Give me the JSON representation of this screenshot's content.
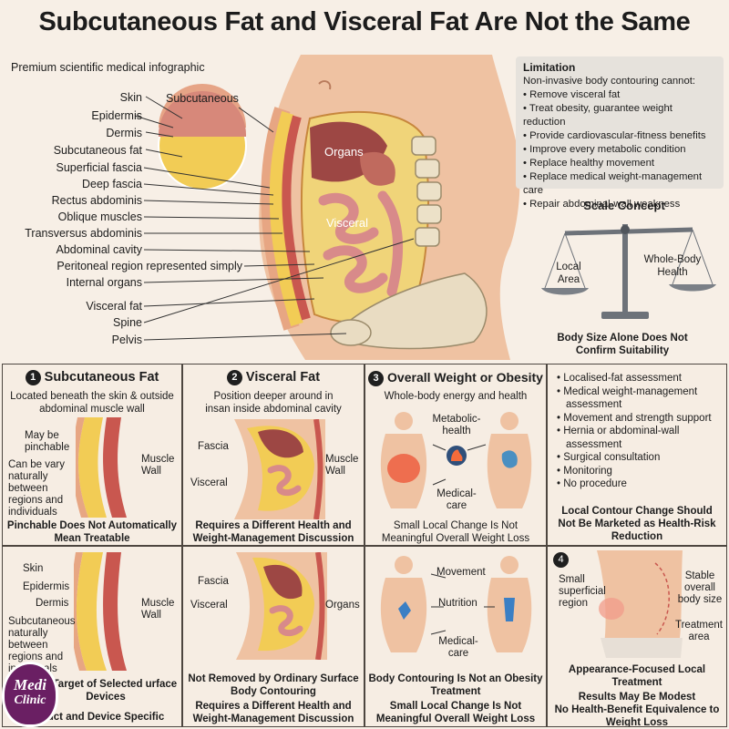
{
  "header": {
    "title": "Subcutaneous Fat and Visceral Fat Are Not the Same",
    "subtitle": "Premium scientific medical infographic"
  },
  "anatomy": {
    "labels": [
      "Skin",
      "Epidermis",
      "Dermis",
      "Subcutaneous fat",
      "Superficial fascia",
      "Deep fascia",
      "Rectus abdominis",
      "Oblique muscles",
      "Transversus abdominis",
      "Abdominal cavity",
      "Peritoneal region represented simply",
      "Internal organs",
      "Visceral fat",
      "Spine",
      "Pelvis"
    ],
    "callout_subcutaneous": "Subcutaneous",
    "callout_organs": "Organs",
    "callout_visceral": "Visceral"
  },
  "limitation": {
    "heading": "Limitation",
    "intro": "Non-invasive body contouring cannot:",
    "items": [
      "Remove visceral fat",
      "Treat obesity, guarantee weight reduction",
      "Provide cardiovascular-fitness benefits",
      "Improve every metabolic condition",
      "Replace healthy movement",
      "Replace medical weight-management care",
      "Repair abdominal-wall weakness"
    ]
  },
  "scale": {
    "heading": "Scale Concept",
    "left": "Local Area",
    "right": "Whole-Body Health",
    "caption": "Body Size Alone Does Not Confirm Suitability"
  },
  "panels": {
    "p1": {
      "badge": "1",
      "title": "Subcutaneous Fat",
      "desc": "Located beneath the skin & outside abdominal muscle wall",
      "ann_pinch": "May be pinchable",
      "ann_vary": "Can be vary naturally between regions and individuals",
      "ann_muscle": "Muscle Wall",
      "caption": "Pinchable Does Not Automatically Mean Treatable"
    },
    "p2": {
      "badge": "2",
      "title": "Visceral Fat",
      "desc": "Position deeper around in insan inside abdominal cavity",
      "ann_fascia": "Fascia",
      "ann_visceral": "Visceral",
      "ann_muscle": "Muscle Wall",
      "caption": "Requires a Different Health and Weight-Management Discussion"
    },
    "p3": {
      "badge": "3",
      "title": "Overall Weight or Obesity",
      "desc": "Whole-body energy and health",
      "ann_metabolic": "Metabolic-health",
      "ann_medical": "Medical-care",
      "caption": "Small Local Change Is Not Meaningful Overall Weight Loss"
    },
    "p4": {
      "items": [
        "Localised-fat assessment",
        "Medical weight-management assessment",
        "Movement and strength support",
        "Hernia or abdominal-wall assessment",
        "Surgical consultation",
        "Monitoring",
        "No procedure"
      ],
      "caption": "Local Contour Change Should Not Be Marketed as Health-Risk Reduction"
    },
    "p5": {
      "ann_skin": "Skin",
      "ann_epidermis": "Epidermis",
      "ann_dermis": "Dermis",
      "ann_subq": "Subcutaneous naturally between regions and individuals",
      "ann_muscle": "Muscle Wall",
      "caption1": "ble Target of Selected urface Devices",
      "caption2": "uct and Device Specific"
    },
    "p6": {
      "ann_fascia": "Fascia",
      "ann_visceral": "Visceral",
      "ann_organs": "Organs",
      "caption1": "Not Removed by Ordinary Surface Body Contouring",
      "caption2": "Requires a Different Health and Weight-Management Discussion"
    },
    "p7": {
      "ann_movement": "Movement",
      "ann_nutrition": "Nutrition",
      "ann_medical": "Medical-care",
      "caption1": "Body Contouring Is Not an Obesity Treatment",
      "caption2": "Small Local Change Is Not Meaningful Overall Weight Loss"
    },
    "p8": {
      "badge": "4",
      "ann_small": "Small superficial region",
      "ann_stable": "Stable overall body size",
      "ann_treat": "Treatment area",
      "caption1": "Appearance-Focused Local Treatment",
      "caption2": "Results May Be Modest",
      "caption3": "No Health-Benefit Equivalence to Weight Loss"
    }
  },
  "logo": {
    "line1": "Medi",
    "line2": "Clinic"
  },
  "colors": {
    "background": "#f7efe6",
    "fat": "#f2cc55",
    "skin": "#efc2a2",
    "muscle": "#c9574f",
    "organ": "#a34a46",
    "panel_border": "#4d4640"
  }
}
